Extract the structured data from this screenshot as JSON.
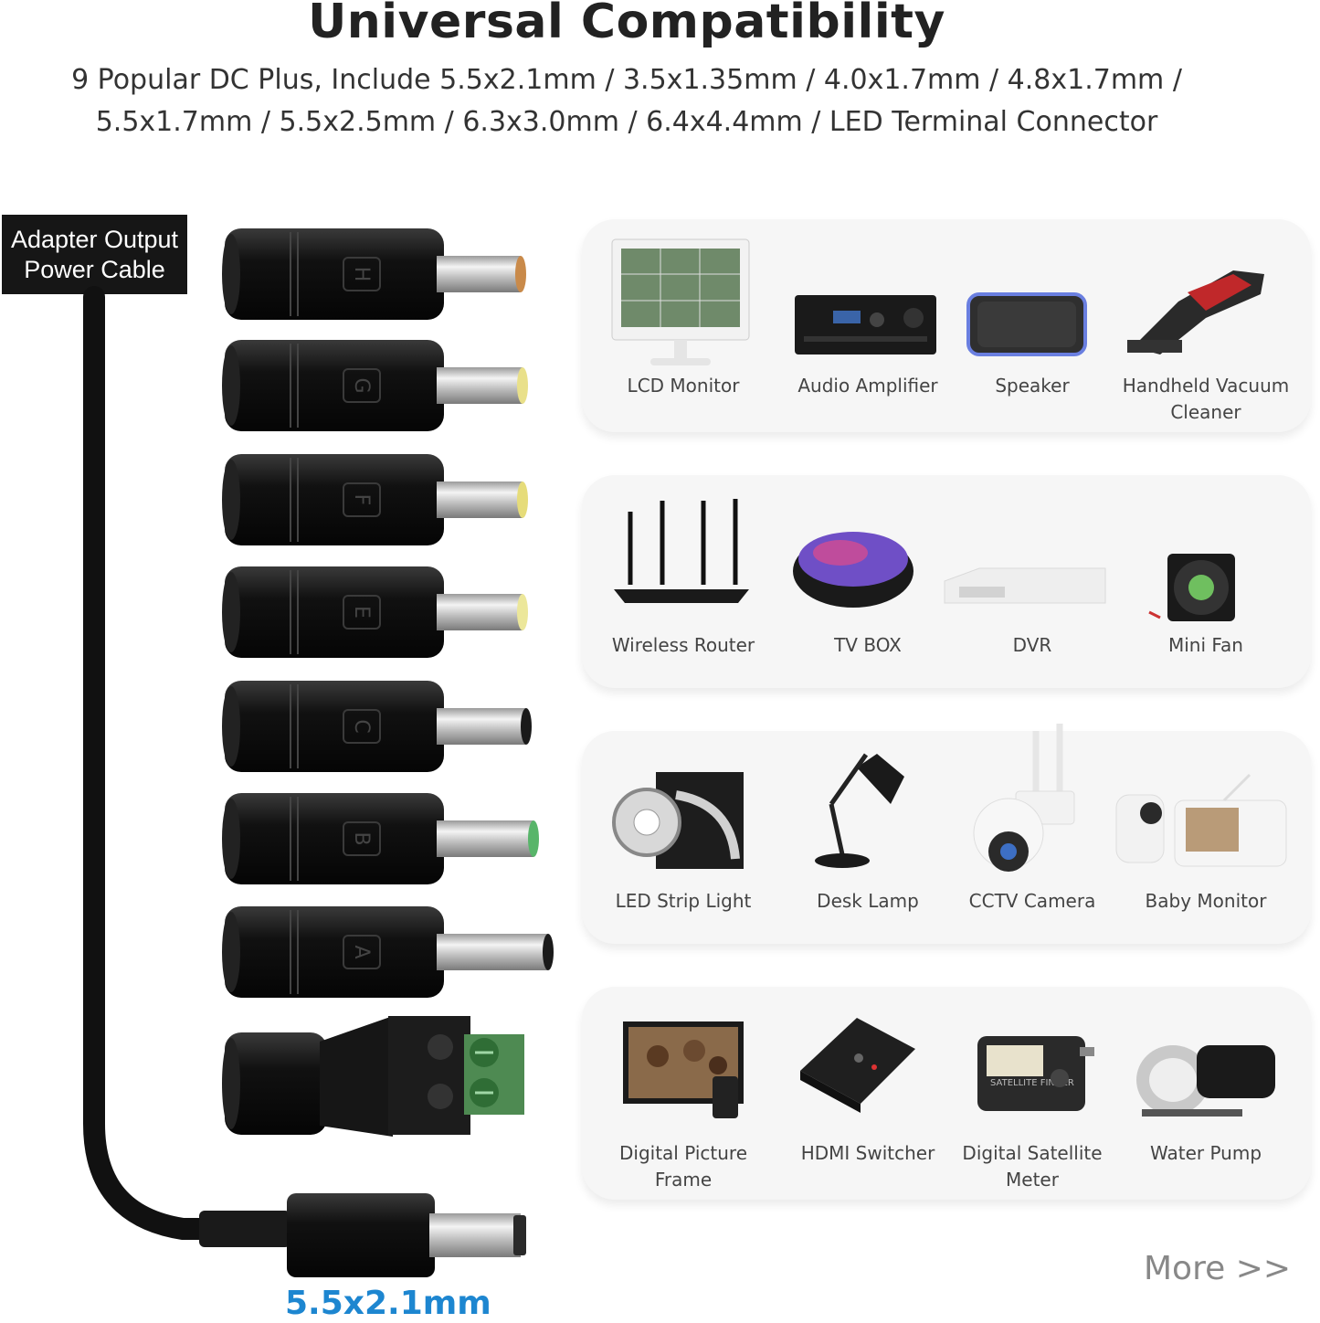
{
  "header": {
    "title": "Universal Compatibility",
    "subtitle_line1": "9 Popular DC Plus, Include 5.5x2.1mm / 3.5x1.35mm / 4.0x1.7mm / 4.8x1.7mm /",
    "subtitle_line2": "5.5x1.7mm / 5.5x2.5mm / 6.3x3.0mm / 6.4x4.4mm / LED Terminal Connector"
  },
  "adapter": {
    "label_line1": "Adapter Output",
    "label_line2": "Power Cable",
    "plug_size": "5.5x2.1mm"
  },
  "tips": [
    "H",
    "G",
    "F",
    "E",
    "C",
    "B",
    "A"
  ],
  "tip_colors": [
    "#c98a4a",
    "#e9e08a",
    "#e6dc7a",
    "#ece79a",
    "#1a1a1a",
    "#58b56a",
    "#1a1a1a"
  ],
  "devices": {
    "row1": [
      "LCD Monitor",
      "Audio Amplifier",
      "Speaker",
      "Handheld Vacuum Cleaner"
    ],
    "row2": [
      "Wireless Router",
      "TV BOX",
      "DVR",
      "Mini Fan"
    ],
    "row3": [
      "LED Strip Light",
      "Desk Lamp",
      "CCTV Camera",
      "Baby Monitor"
    ],
    "row4": [
      "Digital Picture Frame",
      "HDMI Switcher",
      "Digital Satellite Meter",
      "Water Pump"
    ]
  },
  "device_icons": {
    "row1": [
      "monitor-icon",
      "amplifier-icon",
      "speaker-icon",
      "vacuum-icon"
    ],
    "row2": [
      "router-icon",
      "tv-box-icon",
      "dvr-icon",
      "fan-icon"
    ],
    "row3": [
      "led-strip-icon",
      "desk-lamp-icon",
      "cctv-camera-icon",
      "baby-monitor-icon"
    ],
    "row4": [
      "picture-frame-icon",
      "hdmi-switch-icon",
      "satellite-meter-icon",
      "water-pump-icon"
    ]
  },
  "satellite_text": "SATELLITE FINDER",
  "more_link": "More >>"
}
